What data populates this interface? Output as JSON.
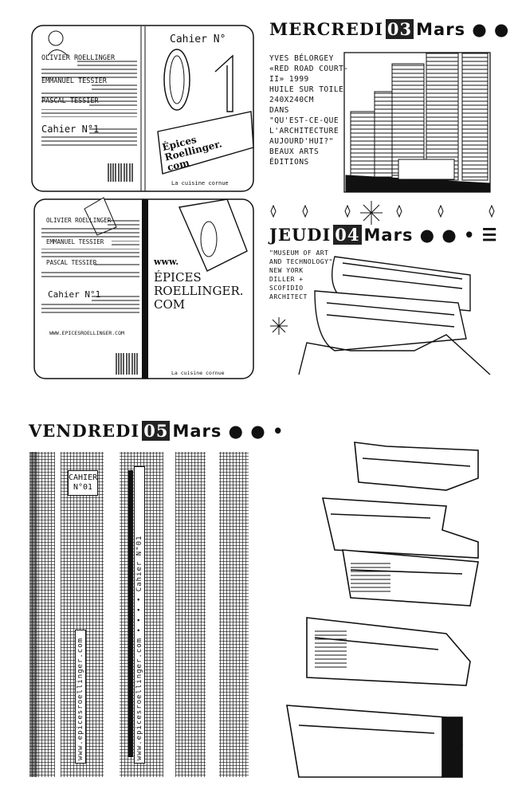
{
  "panels": {
    "book1": {
      "names": [
        "Olivier Roellinger",
        "Emmanuel Tessier",
        "Pascal Tessier"
      ],
      "back_label": "Cahier N°1",
      "cover_title": "Cahier N°",
      "cover_number": "01",
      "cover_brand": [
        "Épices",
        "Roellinger.",
        "com"
      ],
      "publisher": "La cuisine cornue"
    },
    "book2": {
      "names": [
        "Olivier Roellinger",
        "Emmanuel Tessier",
        "Pascal Tessier"
      ],
      "back_label": "Cahier N°1",
      "back_url": "www.epicesroellinger.com",
      "cover_www": "www.",
      "cover_brand": [
        "Épices",
        "Roellinger.",
        "com"
      ],
      "publisher": "La cuisine cornue"
    },
    "mercredi": {
      "day": "Mercredi",
      "date_num": "03",
      "month": "Mars",
      "notes": [
        "Yves Bélorgey",
        "«Red Road Court-",
        "II» 1999",
        "Huile sur toile",
        "240x240cm",
        "dans",
        "\"Qu'est-ce-que",
        "l'architecture",
        "aujourd'hui?\"",
        "Beaux Arts",
        "éditions"
      ]
    },
    "jeudi": {
      "day": "Jeudi",
      "date_num": "04",
      "month": "Mars",
      "notes": [
        "\"Museum of Art",
        "and Technology\"",
        "New York",
        "Diller +",
        "Scofidio",
        "Architect"
      ]
    },
    "vendredi": {
      "day": "Vendredi",
      "date_num": "05",
      "month": "Mars",
      "stripe_labels": [
        "Cahier N°01",
        "www.epicesroellinger.com",
        "www.epicesroellinger.com • • • • Cahier N°01"
      ]
    }
  },
  "colors": {
    "ink": "#111111",
    "paper": "#ffffff"
  }
}
